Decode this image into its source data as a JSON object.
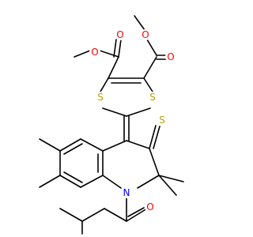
{
  "atoms": {
    "o_ketone_ester_left": {
      "symbol": "O",
      "color": "#ff0000"
    },
    "o_ether_ester_left": {
      "symbol": "O",
      "color": "#ff0000"
    },
    "o_ketone_ester_right": {
      "symbol": "O",
      "color": "#ff0000"
    },
    "o_ether_ester_right": {
      "symbol": "O",
      "color": "#ff0000"
    },
    "s_ring_left": {
      "symbol": "S",
      "color": "#b8a000"
    },
    "s_ring_right": {
      "symbol": "S",
      "color": "#b8a000"
    },
    "s_thione": {
      "symbol": "S",
      "color": "#b8a000"
    },
    "n_quinoline": {
      "symbol": "N",
      "color": "#0000ff"
    },
    "o_amide": {
      "symbol": "O",
      "color": "#ff0000"
    }
  }
}
